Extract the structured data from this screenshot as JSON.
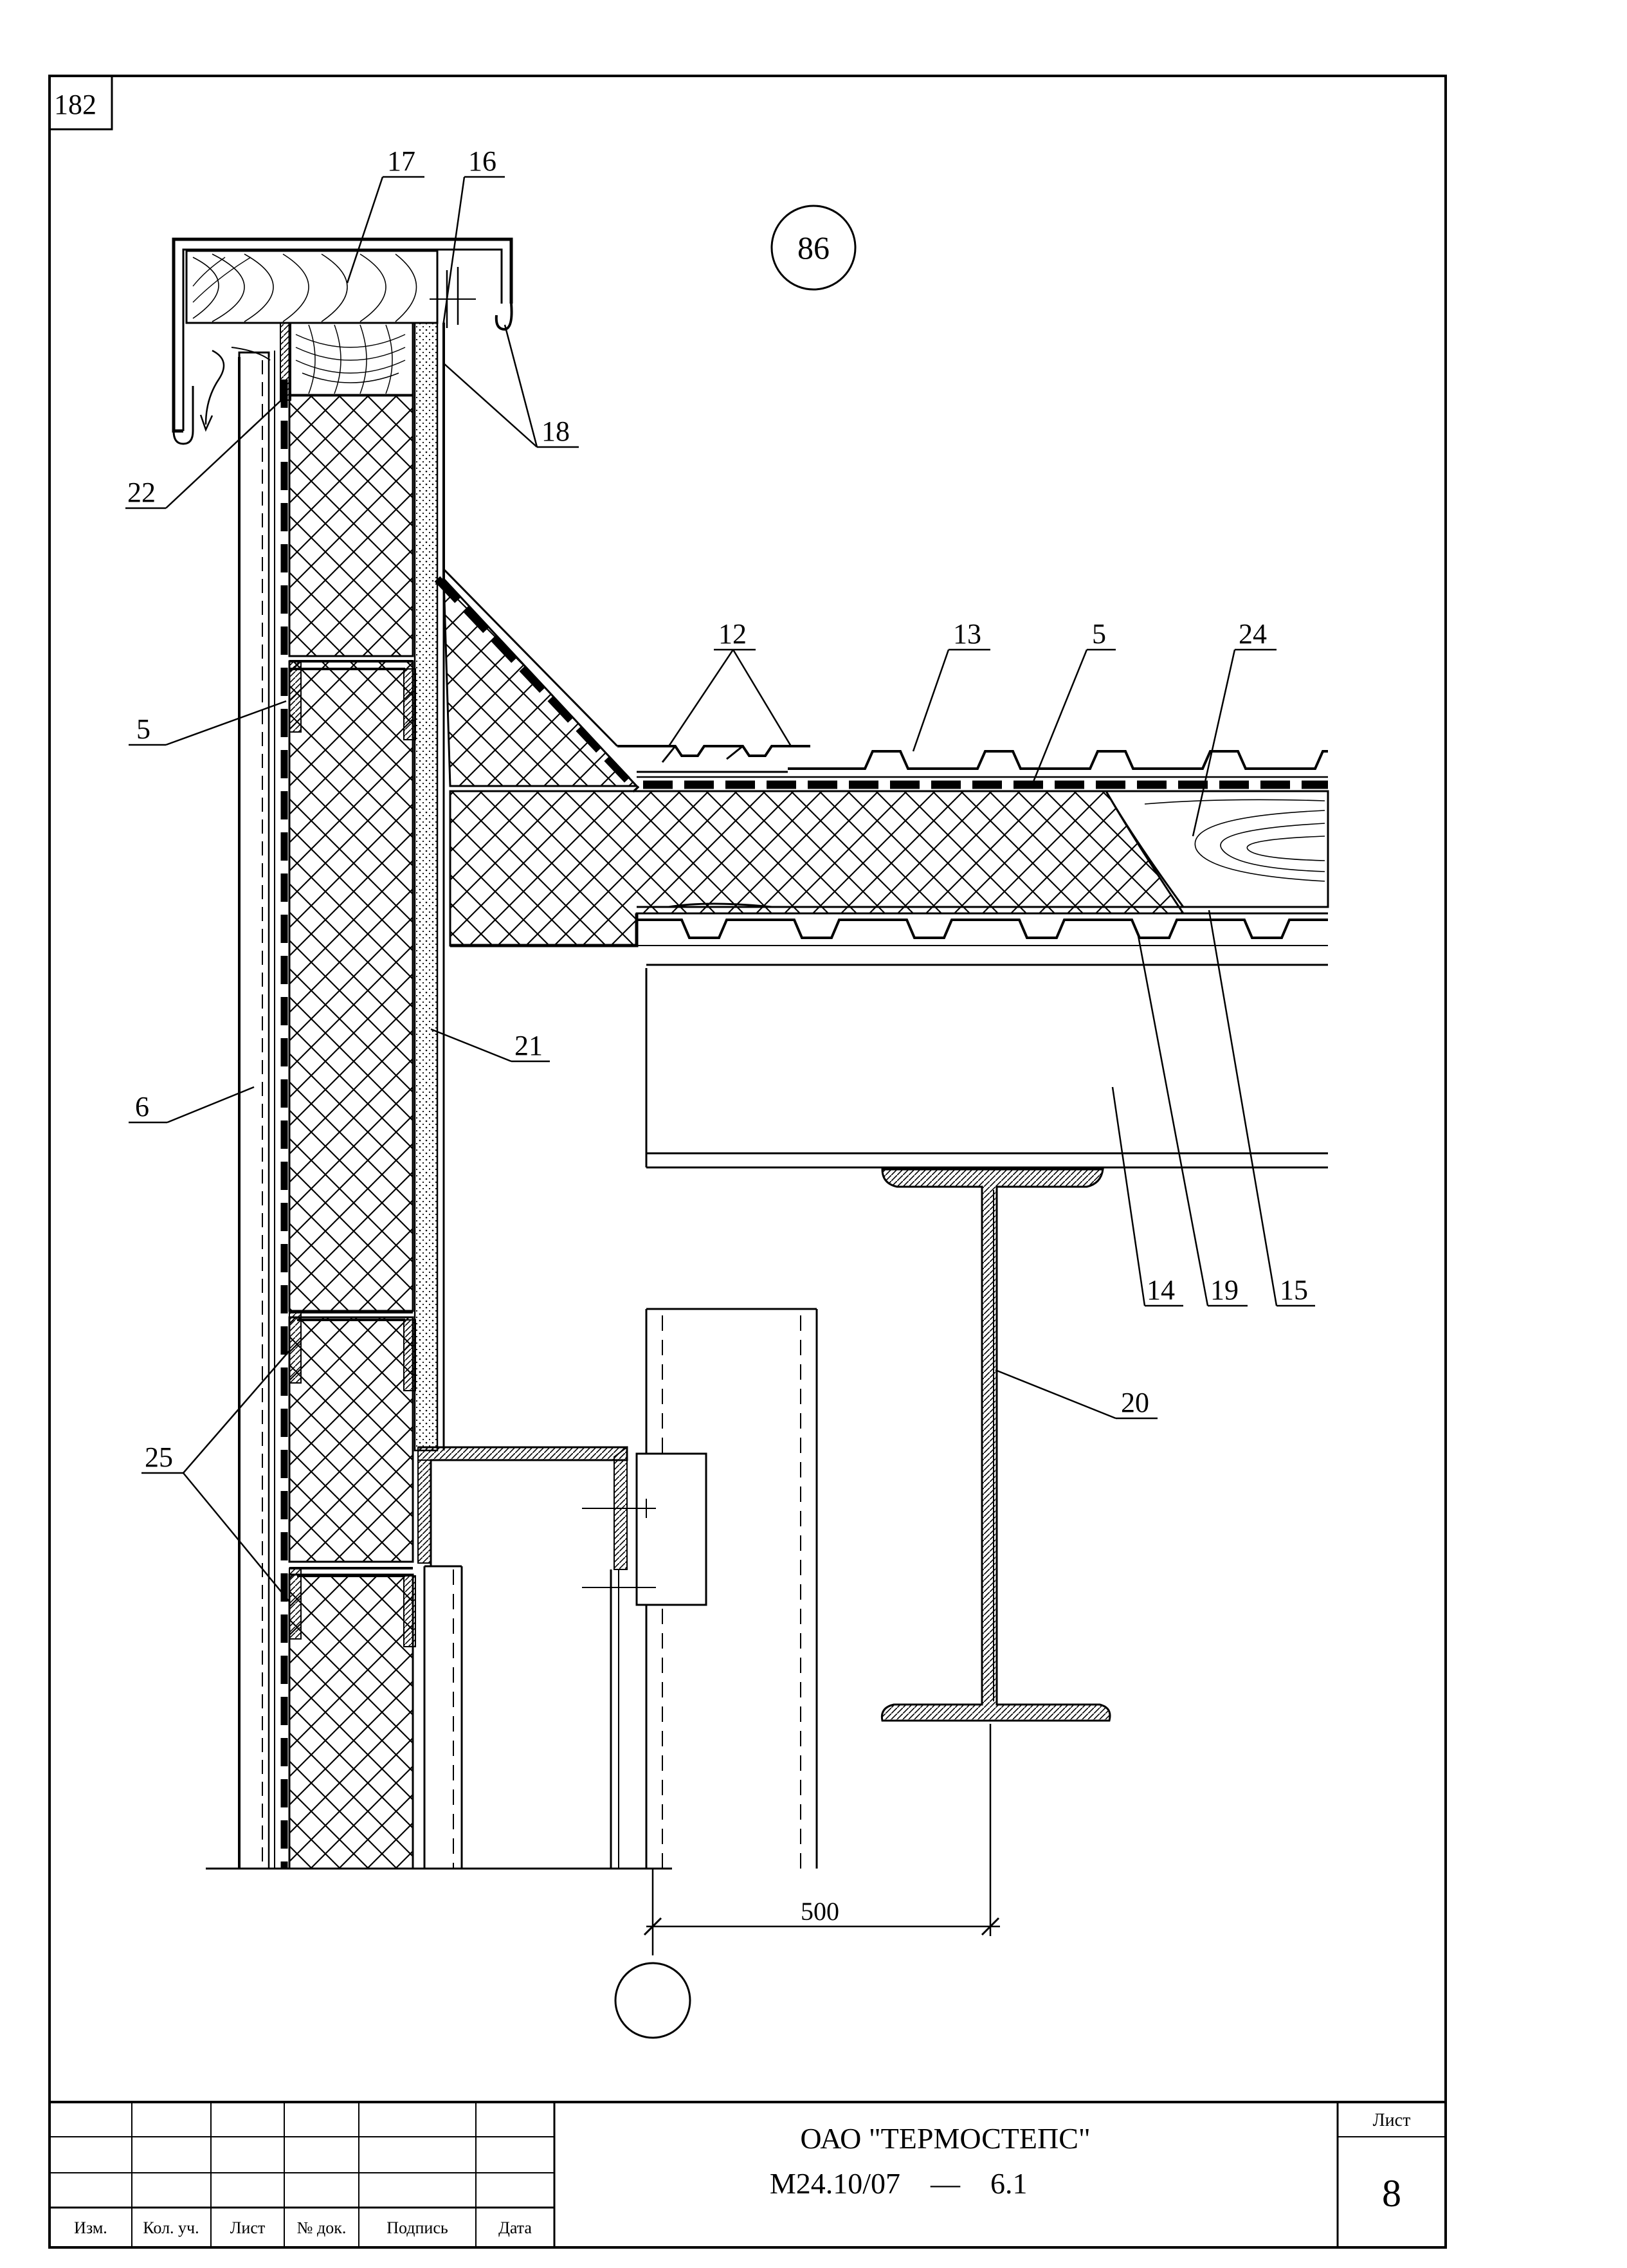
{
  "page_number": "182",
  "detail_marker": "86",
  "callouts": {
    "c17": "17",
    "c16": "16",
    "c18": "18",
    "c22": "22",
    "c5a": "5",
    "c12": "12",
    "c13": "13",
    "c5b": "5",
    "c24": "24",
    "c21": "21",
    "c6": "6",
    "c14": "14",
    "c19": "19",
    "c15": "15",
    "c20": "20",
    "c25": "25"
  },
  "dimension": "500",
  "title_block": {
    "columns": [
      "Изм.",
      "Кол. уч.",
      "Лист",
      "№ док.",
      "Подпись",
      "Дата"
    ],
    "organization": "ОАО \"ТЕРМОСТЕПС\"",
    "document_code": "М24.10/07",
    "dash": "—",
    "sheet_ref": "6.1",
    "sheet_label": "Лист",
    "sheet_number": "8"
  }
}
